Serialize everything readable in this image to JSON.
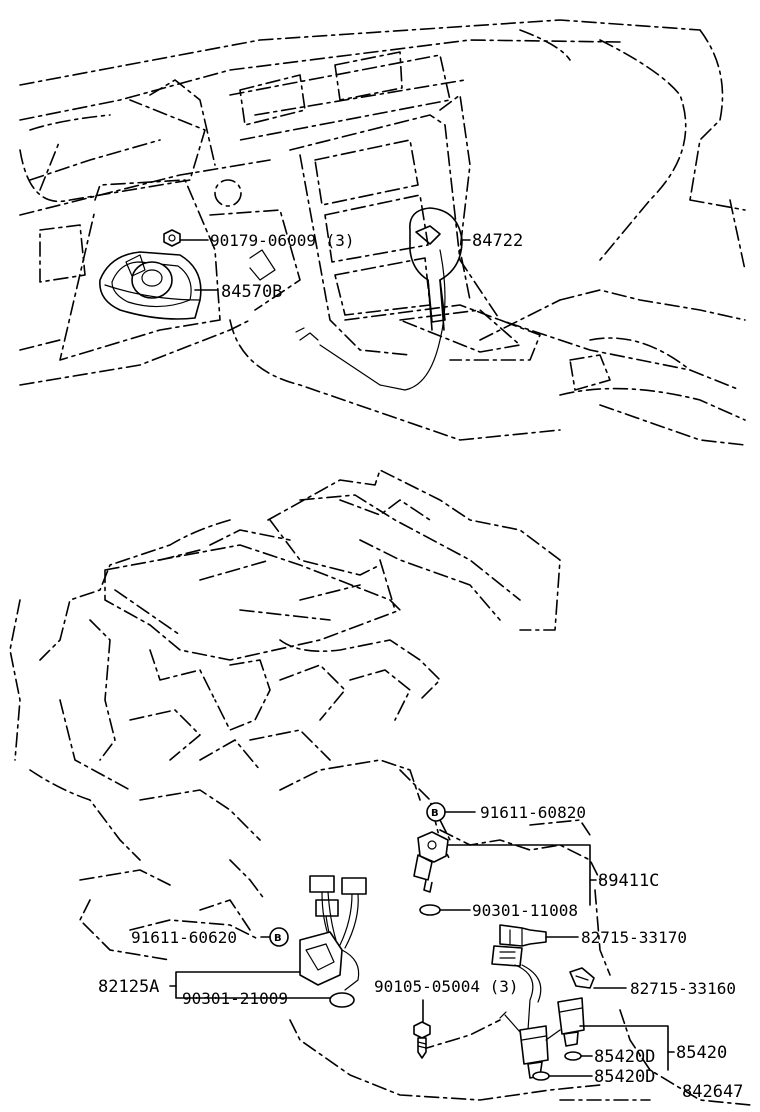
{
  "parts": {
    "nut_90179": "90179-06009 (3)",
    "unit_84722": "84722",
    "cover_84570b": "84570B",
    "sensor_91611_top": "91611-60820",
    "sensor_89411c": "89411C",
    "oring_90301_11008": "90301-11008",
    "clip_82715_33170": "82715-33170",
    "bolt_90105": "90105-05004 (3)",
    "clip_82715_33160": "82715-33160",
    "bolt_91611_left": "91611-60620",
    "wire_82125a": "82125A",
    "oring_90301_21009": "90301-21009",
    "valve_85420d_1": "85420D",
    "valve_85420": "85420",
    "valve_85420d_2": "85420D",
    "marker_b": "B"
  },
  "figure_number": "842647"
}
